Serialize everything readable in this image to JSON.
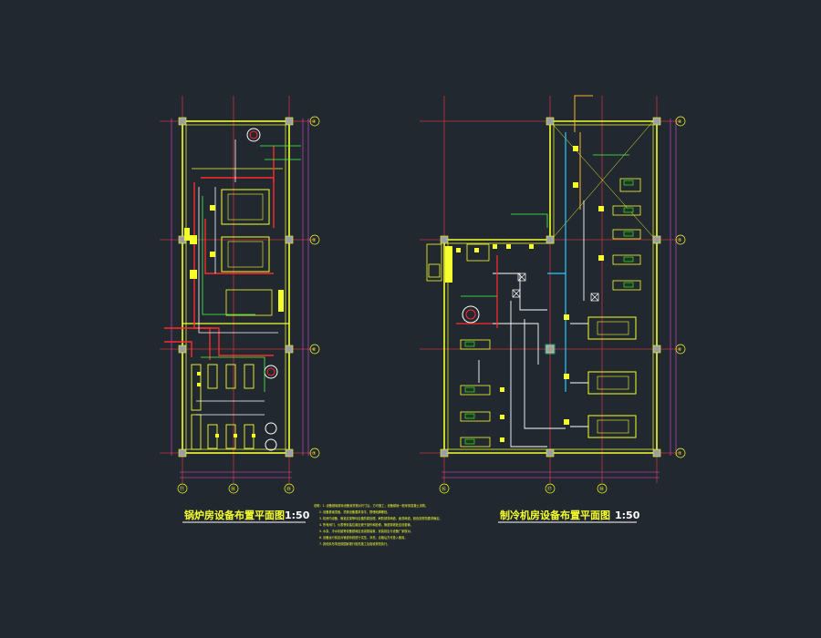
{
  "drawings": [
    {
      "id": "left",
      "title": "锅炉房设备布置平面图",
      "scale": "1:50",
      "axes": [
        "④",
        "⑤",
        "⑥",
        "⑦"
      ],
      "cols": [
        "⑰",
        "⑱",
        "⑲"
      ]
    },
    {
      "id": "right",
      "title": "制冷机房设备布置平面图",
      "scale": "1:50",
      "axes": [
        "④",
        "⑤",
        "⑥",
        "⑦"
      ],
      "cols": [
        "⑯",
        "⑰",
        "⑱"
      ]
    }
  ],
  "notes": [
    "说明：1. 设备基础需待设备到货核对尺寸后，方可施工；设备基础一般采用混凝土浇筑。",
    "2. 设备基础顶面，须按设备要求找平，预埋地脚螺栓。",
    "3. 机房内设备、管道支架等均应做防腐处理，刷防锈漆两道，面漆两道，颜色按规范要求确定。",
    "4. 所有阀门、仪表等安装位置应便于操作和检修，管道穿墙处应设套管。",
    "5. 水泵、冷水机组等设备基础应设减振装置，安装前应与设备厂家核对。",
    "6. 设备运行前应对管道系统进行试压、冲洗，合格后方可投入使用。",
    "7. 其他未尽事宜按国家现行相关施工及验收规范执行。"
  ],
  "colors": {
    "background": "#212830",
    "wall": "#f6ff2e",
    "axis": "#c8323a",
    "equipment": "#f6ff2e",
    "pipe_red": "#ff2a2a",
    "pipe_cyan": "#2ac8ff",
    "pipe_green": "#46ff46",
    "pipe_white": "#ffffff",
    "dim": "#e64ad8"
  }
}
